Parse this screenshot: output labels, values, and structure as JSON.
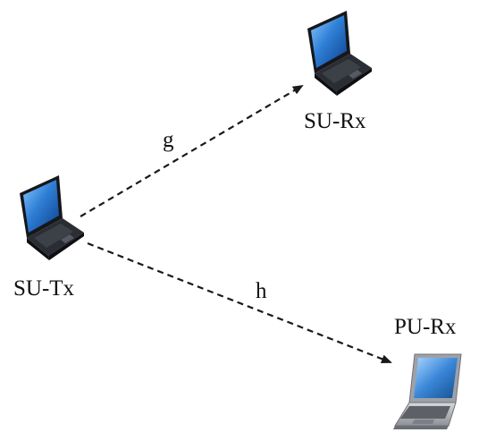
{
  "nodes": {
    "su_tx": {
      "label": "SU-Tx",
      "icon": "laptop-icon",
      "style": "dark"
    },
    "su_rx": {
      "label": "SU-Rx",
      "icon": "laptop-icon",
      "style": "dark"
    },
    "pu_rx": {
      "label": "PU-Rx",
      "icon": "laptop-icon",
      "style": "silver"
    }
  },
  "links": {
    "g": {
      "label": "g",
      "from": "SU-Tx",
      "to": "SU-Rx",
      "style": "dashed"
    },
    "h": {
      "label": "h",
      "from": "SU-Tx",
      "to": "PU-Rx",
      "style": "dashed"
    }
  },
  "colors": {
    "line": "#1a1a1a",
    "screen_blue": "#2f7fd6",
    "laptop_dark": "#1c1f24",
    "laptop_silver": "#b9bcc2"
  }
}
